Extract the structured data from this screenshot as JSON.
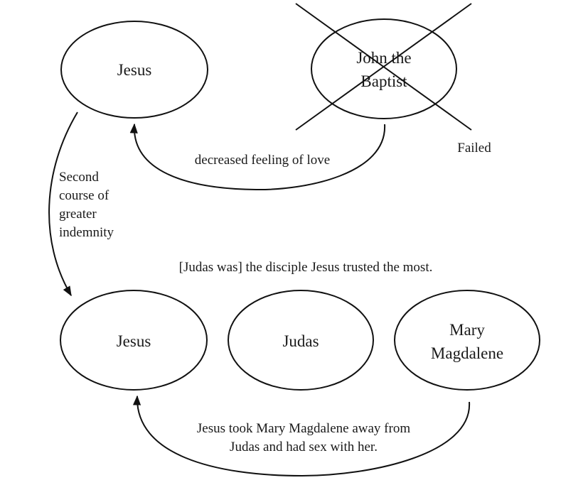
{
  "nodes": {
    "jesus_top": {
      "label": [
        "Jesus"
      ]
    },
    "john_the_baptist": {
      "label": [
        "John the",
        "Baptist"
      ],
      "status": "crossed-out"
    },
    "jesus_bottom": {
      "label": [
        "Jesus"
      ]
    },
    "judas": {
      "label": [
        "Judas"
      ]
    },
    "mary_magdalene": {
      "label": [
        "Mary",
        "Magdalene"
      ]
    }
  },
  "annotations": {
    "failed": "Failed",
    "decreased_love": "decreased feeling of love",
    "second_course": [
      "Second",
      "course of",
      "greater",
      "indemnity"
    ],
    "judas_trusted": "[Judas was] the disciple Jesus trusted the most.",
    "mary_taken": [
      "Jesus took Mary Magdalene away from",
      "Judas and had sex with her."
    ]
  },
  "edges": [
    {
      "from": "john_the_baptist",
      "to": "jesus_top",
      "label": "decreased feeling of love"
    },
    {
      "from": "jesus_top",
      "to": "jesus_bottom",
      "label": "Second course of greater indemnity"
    },
    {
      "from": "mary_magdalene",
      "to": "jesus_bottom",
      "label": "Jesus took Mary Magdalene away from Judas and had sex with her."
    }
  ],
  "colors": {
    "stroke": "#111111",
    "text": "#1a1a1a",
    "background": "#ffffff"
  }
}
